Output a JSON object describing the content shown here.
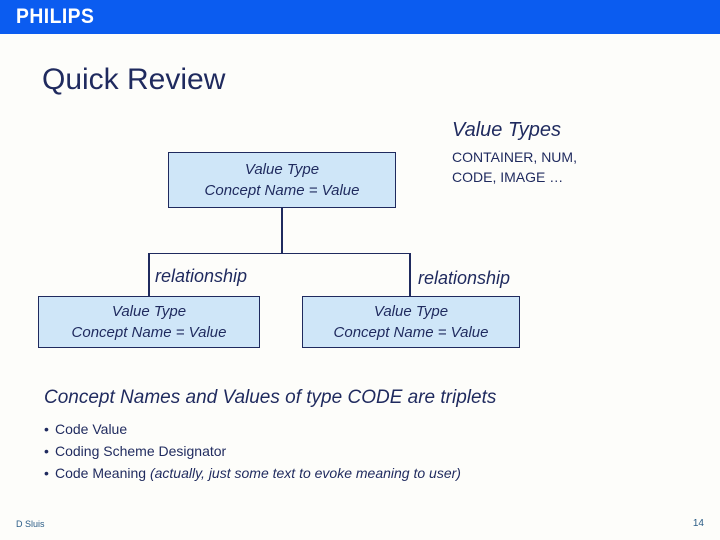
{
  "brand": {
    "wordmark": "PHILIPS",
    "banner_color": "#0B5CF0"
  },
  "slide": {
    "title": "Quick Review",
    "title_color": "#1F2A5E",
    "background": "#FDFDFA"
  },
  "callout": {
    "heading": "Value Types",
    "items_text": "CONTAINER, NUM,\nCODE, IMAGE …"
  },
  "diagram": {
    "node_fill": "#CFE6F8",
    "node_border": "#1F2A5E",
    "top_node": {
      "line1": "Value Type",
      "line2": "Concept Name = Value"
    },
    "left_node": {
      "line1": "Value Type",
      "line2": "Concept Name = Value"
    },
    "right_node": {
      "line1": "Value Type",
      "line2": "Concept Name = Value"
    },
    "edge_left_label": "relationship",
    "edge_right_label": "relationship"
  },
  "body": {
    "heading": "Concept Names and Values of type CODE are triplets",
    "bullets": [
      {
        "text": "Code Value",
        "note": ""
      },
      {
        "text": "Coding Scheme Designator",
        "note": ""
      },
      {
        "text": "Code Meaning ",
        "note": "(actually, just some text to evoke meaning to user)"
      }
    ]
  },
  "footer": {
    "author": "D Sluis",
    "page_number": "14"
  }
}
